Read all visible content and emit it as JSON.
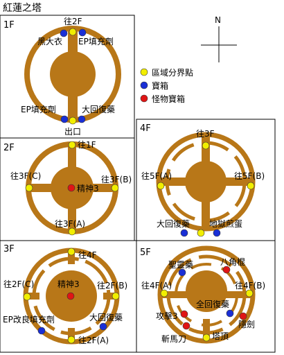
{
  "page": {
    "title": "紅蓮之塔"
  },
  "compass": {
    "north": "N"
  },
  "legend": [
    {
      "label": "區域分界點",
      "color": "#f2ee00"
    },
    {
      "label": "寶箱",
      "color": "#1a2fd6"
    },
    {
      "label": "怪物寶箱",
      "color": "#e01515"
    }
  ],
  "colors": {
    "floor": "#b87718",
    "boundary": "#f2ee00",
    "chest": "#1a2fd6",
    "monster_chest": "#e01515"
  },
  "floors": {
    "f1": {
      "name": "1F",
      "labels": {
        "top": "往2F",
        "tl": "黑大衣",
        "tr": "EP填充劑",
        "bl": "EP填充劑",
        "br": "大回復藥",
        "bottom": "出口"
      }
    },
    "f2": {
      "name": "2F",
      "labels": {
        "top": "往1F",
        "left": "往3F(C)",
        "right": "往3F(B)",
        "bottom": "往3F(A)",
        "center": "精神3"
      }
    },
    "f3": {
      "name": "3F",
      "labels": {
        "top": "往4F",
        "left": "往2F(C)",
        "right": "往2F(B)",
        "bottom": "往2F(A)",
        "center": "精神3",
        "bl": "EP改良填充劑",
        "br": "大回復藥"
      }
    },
    "f4": {
      "name": "4F",
      "labels": {
        "top": "往3F",
        "left": "往5F(A)",
        "right": "往5F(B)",
        "bl": "大回復藥",
        "br": "地獄煎蛋"
      }
    },
    "f5": {
      "name": "5F",
      "labels": {
        "top_l": "聖靈藥",
        "top_r": "八角棍",
        "left": "往4F(A)",
        "right": "往4F(B)",
        "center": "全回復藥",
        "l": "攻擊3",
        "r": "隱劍",
        "bl": "斬馬刀",
        "bottom": "塔頂"
      }
    }
  }
}
